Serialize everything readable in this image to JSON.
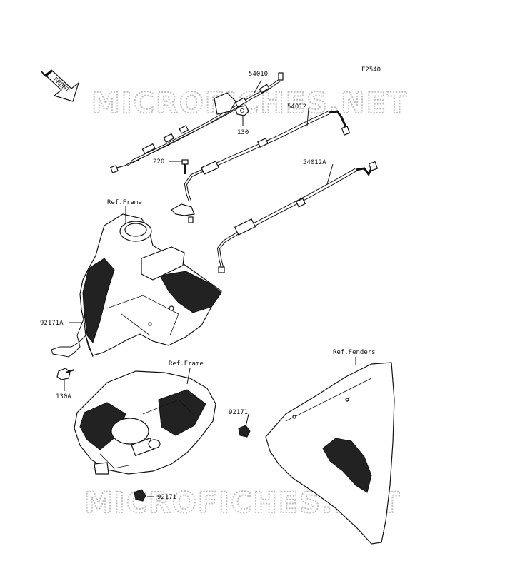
{
  "diagram_code": "F2540",
  "front_label": "FRONT",
  "watermark": "MICROFICHES.NET",
  "parts": {
    "p54010": "54010",
    "p130": "130",
    "p54012": "54012",
    "p54012A": "54012A",
    "p220": "220",
    "p92171A": "92171A",
    "p130A": "130A",
    "p92171_fender": "92171",
    "p92171_frame": "92171"
  },
  "refs": {
    "frame_upper": "Ref.Frame",
    "frame_lower": "Ref.Frame",
    "fenders": "Ref.Fenders"
  }
}
